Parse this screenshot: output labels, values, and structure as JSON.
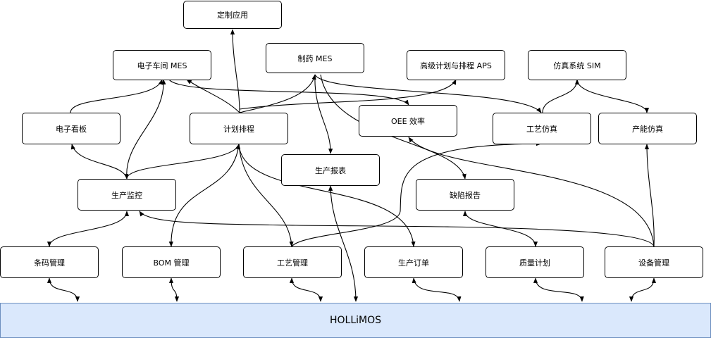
{
  "nodes": {
    "custom_app": "定制应用",
    "electronic_workshop_mes": "电子车间 MES",
    "pharma_mes": "制药 MES",
    "aps": "高级计划与排程 APS",
    "sim": "仿真系统 SIM",
    "electronic_board": "电子看板",
    "planning": "计划排程",
    "oee": "OEE 效率",
    "process_sim": "工艺仿真",
    "capacity_sim": "产能仿真",
    "production_report": "生产报表",
    "production_monitor": "生产监控",
    "defect_report": "缺陷报告",
    "barcode": "条码管理",
    "bom": "BOM 管理",
    "process_mgmt": "工艺管理",
    "production_order": "生产订单",
    "quality_plan": "质量计划",
    "equipment": "设备管理"
  },
  "platform": "HOLLiMOS"
}
